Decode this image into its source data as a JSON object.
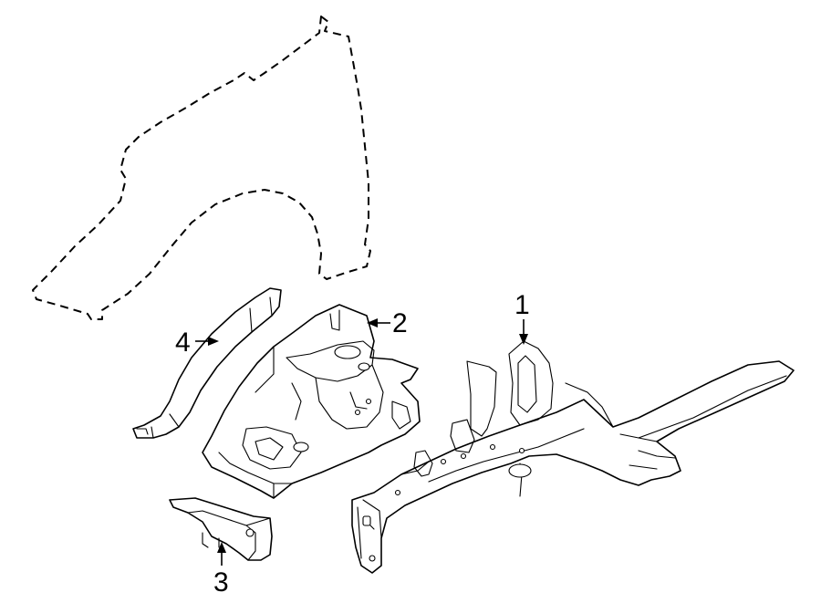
{
  "callouts": [
    {
      "id": "1",
      "label": "1",
      "part": "frame-rail"
    },
    {
      "id": "2",
      "label": "2",
      "part": "apron-assembly"
    },
    {
      "id": "3",
      "label": "3",
      "part": "lower-bracket"
    },
    {
      "id": "4",
      "label": "4",
      "part": "upper-reinforcement"
    }
  ]
}
